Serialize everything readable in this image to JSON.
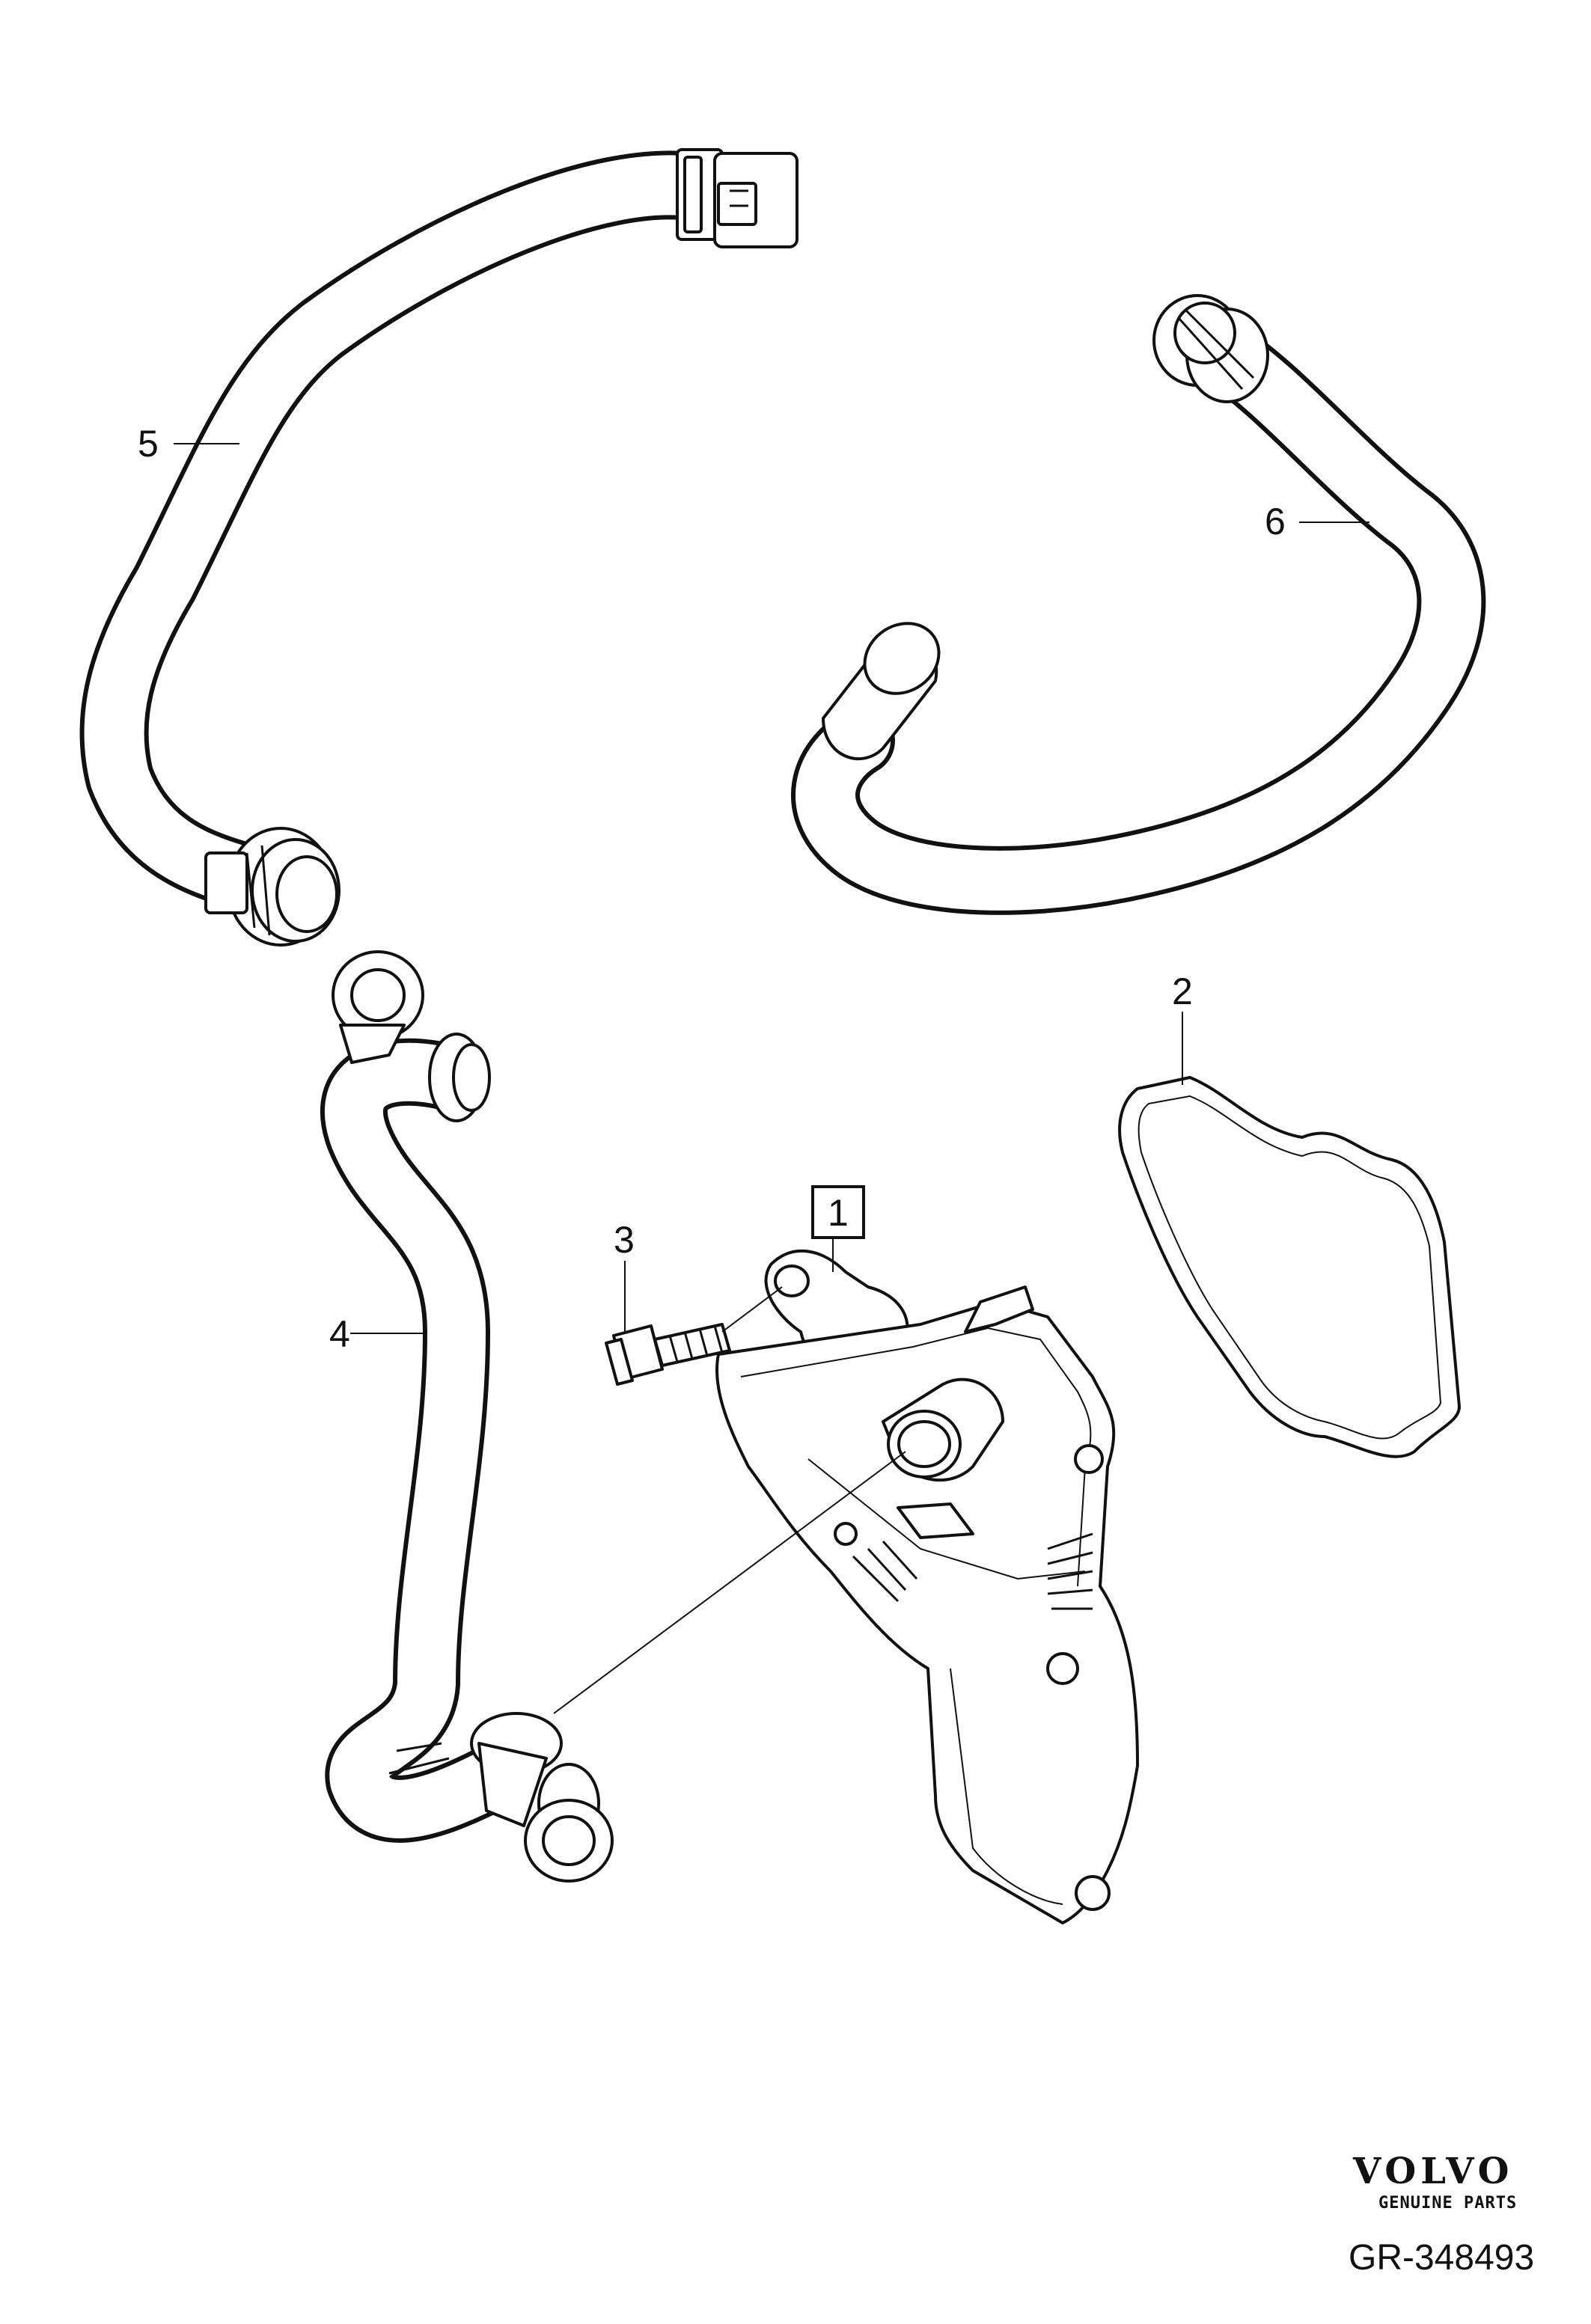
{
  "callouts": {
    "part_1": "1",
    "part_2": "2",
    "part_3": "3",
    "part_4": "4",
    "part_5": "5",
    "part_6": "6"
  },
  "footer": {
    "brand": "VOLVO",
    "tagline": "GENUINE PARTS",
    "reference": "GR-348493"
  },
  "colors": {
    "ink": "#111111",
    "background": "#ffffff"
  }
}
